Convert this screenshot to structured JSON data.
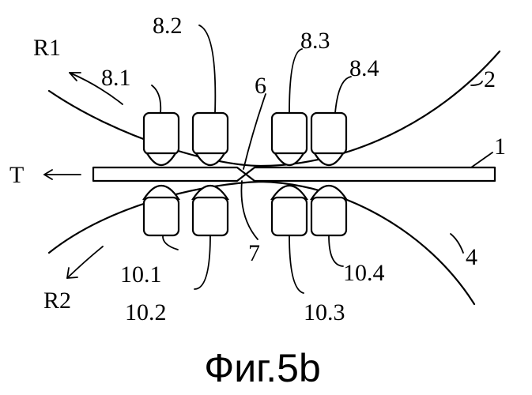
{
  "labels": {
    "r1": "R1",
    "r2": "R2",
    "t": "T",
    "l1": "1",
    "l2": "2",
    "l4": "4",
    "l6": "6",
    "l7": "7",
    "l8_1": "8.1",
    "l8_2": "8.2",
    "l8_3": "8.3",
    "l8_4": "8.4",
    "l10_1": "10.1",
    "l10_2": "10.2",
    "l10_3": "10.3",
    "l10_4": "10.4"
  },
  "caption": "Фиг.5b"
}
